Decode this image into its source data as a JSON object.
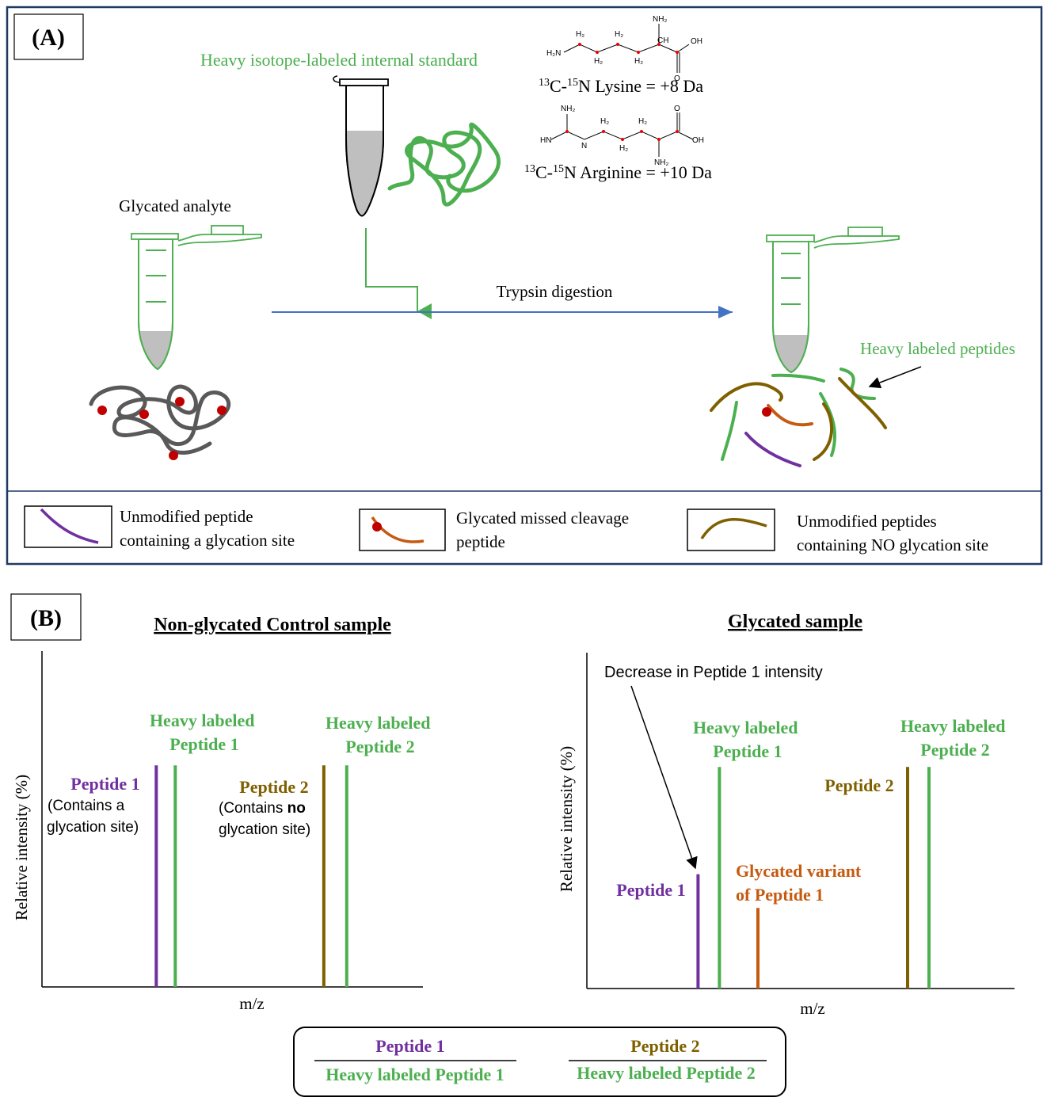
{
  "panel_a": {
    "label": "(A)",
    "internal_standard_label": "Heavy isotope-labeled internal standard",
    "glycated_analyte_label": "Glycated analyte",
    "lysine": {
      "sup1": "13",
      "mid": "C-",
      "sup2": "15",
      "rest": "N Lysine = +8 Da"
    },
    "arginine": {
      "sup1": "13",
      "mid": "C-",
      "sup2": "15",
      "rest": "N Arginine = +10 Da"
    },
    "digestion_label": "Trypsin digestion",
    "heavy_peptides_label": "Heavy labeled peptides",
    "structure_atoms": {
      "nh2": "NH₂",
      "h2n": "H₂N",
      "oh": "OH",
      "o": "O",
      "h2": "H₂",
      "ch": "CH",
      "hn": "HN",
      "n": "N",
      "c": "C"
    }
  },
  "legend": {
    "items": [
      {
        "line1": "Unmodified peptide",
        "line2": "containing a glycation site"
      },
      {
        "line1": "Glycated missed cleavage",
        "line2": "peptide"
      },
      {
        "line1": "Unmodified peptides",
        "line2": "containing NO glycation site"
      }
    ]
  },
  "panel_b": {
    "label": "(B)",
    "control": {
      "title": "Non-glycated Control sample",
      "ylabel": "Relative intensity (%)",
      "xlabel": "m/z",
      "peak_labels": {
        "heavy1": [
          "Heavy labeled",
          "Peptide 1"
        ],
        "heavy2": [
          "Heavy labeled",
          "Peptide 2"
        ],
        "pep1": "Peptide 1",
        "pep1_note": [
          "(Contains a",
          "glycation site)"
        ],
        "pep2": "Peptide 2",
        "pep2_note_a": "(Contains ",
        "pep2_note_b": "no",
        "pep2_note_c": "glycation site)"
      }
    },
    "glycated": {
      "title": "Glycated sample",
      "ylabel": "Relative intensity (%)",
      "xlabel": "m/z",
      "annotation": "Decrease in Peptide 1 intensity",
      "peak_labels": {
        "heavy1": [
          "Heavy labeled",
          "Peptide 1"
        ],
        "heavy2": [
          "Heavy labeled",
          "Peptide 2"
        ],
        "pep2": "Peptide 2",
        "glyc": [
          "Glycated variant",
          "of Peptide 1"
        ],
        "pep1": "Peptide 1"
      }
    },
    "ratios": [
      {
        "num": "Peptide 1",
        "den": "Heavy labeled Peptide 1"
      },
      {
        "num": "Peptide 2",
        "den": "Heavy labeled Peptide 2"
      }
    ]
  },
  "colors": {
    "green": "#4CAF50",
    "purple": "#7030A0",
    "brown": "#7F6000",
    "orange": "#C55A11",
    "red_dot": "#C00000",
    "blue_arrow": "#4472C4",
    "frame": "#1F3864",
    "gray_strand": "#595959"
  },
  "chart_data": [
    {
      "type": "bar",
      "title": "Non-glycated Control sample",
      "xlabel": "m/z",
      "ylabel": "Relative intensity (%)",
      "categories": [
        "Peptide 1",
        "Heavy labeled Peptide 1",
        "Peptide 2",
        "Heavy labeled Peptide 2"
      ],
      "values": [
        0.66,
        0.66,
        0.66,
        0.66
      ],
      "positions": [
        0.3,
        0.35,
        0.74,
        0.8
      ]
    },
    {
      "type": "bar",
      "title": "Glycated sample",
      "xlabel": "m/z",
      "ylabel": "Relative intensity (%)",
      "categories": [
        "Peptide 1",
        "Heavy labeled Peptide 1",
        "Glycated variant of Peptide 1",
        "Peptide 2",
        "Heavy labeled Peptide 2"
      ],
      "values": [
        0.34,
        0.66,
        0.24,
        0.66,
        0.66
      ],
      "positions": [
        0.26,
        0.31,
        0.4,
        0.75,
        0.8
      ]
    }
  ]
}
